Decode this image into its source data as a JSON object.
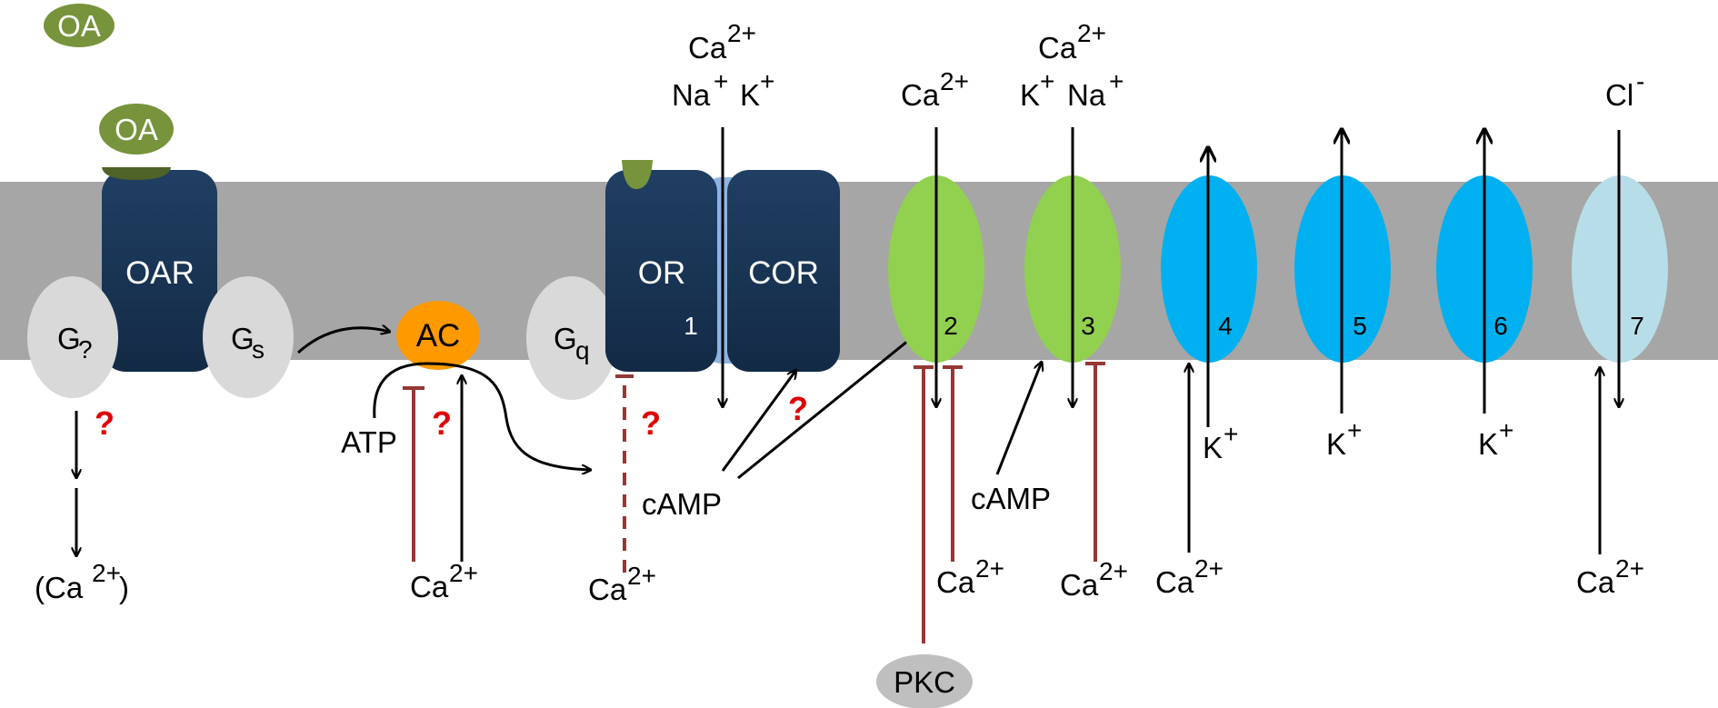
{
  "colors": {
    "membrane": "#a6a6a6",
    "receptor_navy": "#1f3d60",
    "ligand_green": "#77933c",
    "ac_orange": "#ff9900",
    "g_protein_grey": "#d9d9d9",
    "channel_green": "#92d050",
    "channel_blue": "#00b0f0",
    "channel_lightblue": "#b7dde8",
    "inhibition_red": "#953735",
    "question_red": "#e00000"
  },
  "ligand_free": "OA",
  "ligand_bound": "OA",
  "receptors": {
    "oar": "OAR",
    "or": "OR",
    "cor": "COR",
    "or_number": "1"
  },
  "g_proteins": {
    "g_unknown": {
      "base": "G",
      "sub": "?"
    },
    "g_s": {
      "base": "G",
      "sub": "s"
    },
    "g_q": {
      "base": "G",
      "sub": "q"
    }
  },
  "enzymes": {
    "ac": "AC",
    "pkc": "PKC"
  },
  "channel_numbers": [
    "2",
    "3",
    "4",
    "5",
    "6",
    "7"
  ],
  "ions": {
    "ca_paren": {
      "pre": "(Ca",
      "sup": "2+",
      "post": ")"
    },
    "ca": {
      "base": "Ca",
      "sup": "2+"
    },
    "na": {
      "base": "Na",
      "sup": "+"
    },
    "k": {
      "base": "K",
      "sup": "+"
    },
    "cl": {
      "base": "Cl",
      "sup": "-"
    }
  },
  "molecules": {
    "atp": "ATP",
    "camp": "cAMP"
  },
  "question_mark": "?"
}
